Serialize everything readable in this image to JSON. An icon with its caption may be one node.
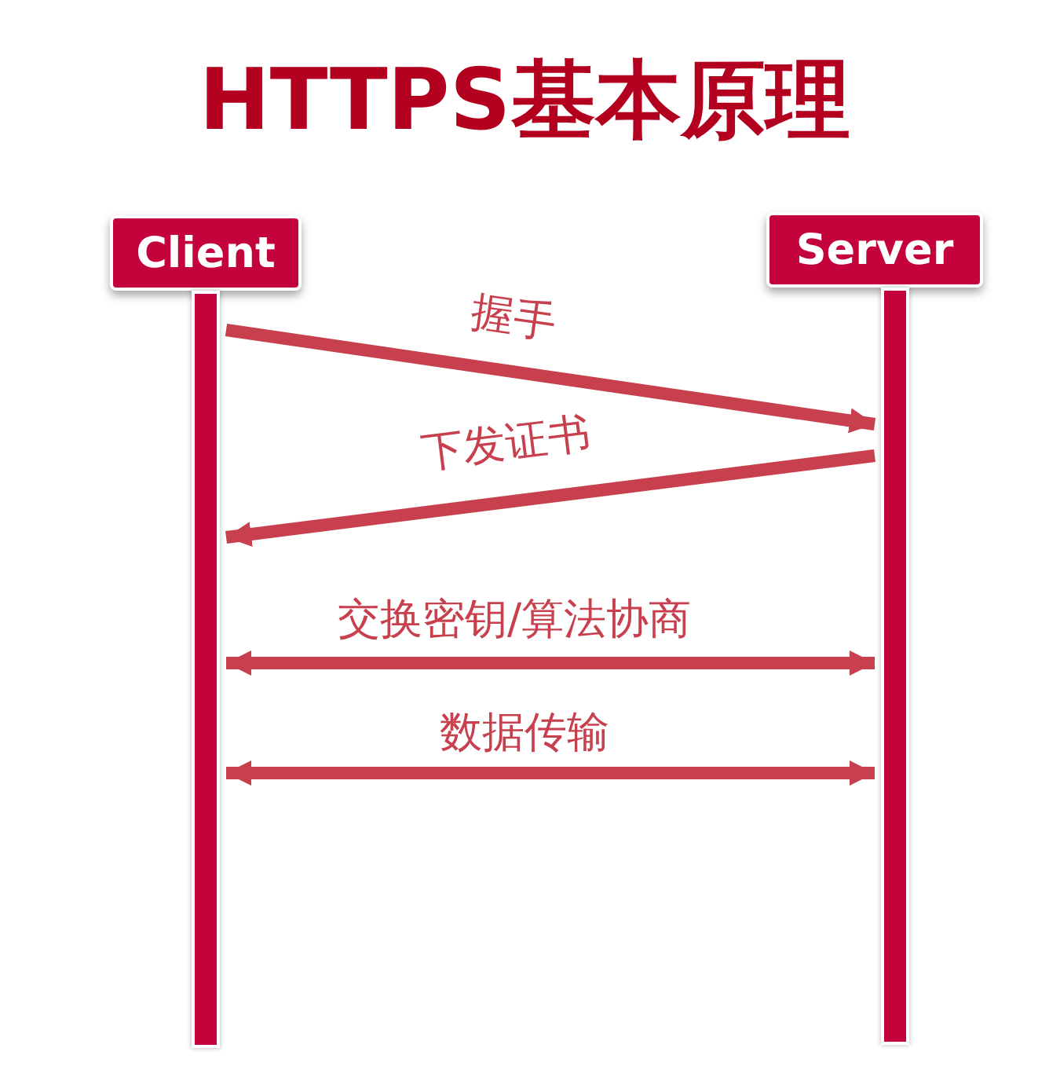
{
  "diagram": {
    "title": "HTTPS基本原理",
    "nodes": [
      {
        "text": [
          "Client"
        ]
      },
      {
        "text": [
          "Server"
        ]
      },
      {
        "text": [],
        "shape": "bar"
      },
      {
        "text": [],
        "shape": "bar"
      }
    ],
    "edges": [
      {
        "from": 2,
        "to": 3,
        "arrow": "to",
        "label": "握手"
      },
      {
        "from": 3,
        "to": 2,
        "arrow": "to",
        "label": "下发证书"
      },
      {
        "from": 2,
        "to": 3,
        "arrow": "both",
        "label": "交换密钥/算法协商"
      },
      {
        "from": 2,
        "to": 3,
        "arrow": "both",
        "label": "数据传输"
      }
    ]
  }
}
